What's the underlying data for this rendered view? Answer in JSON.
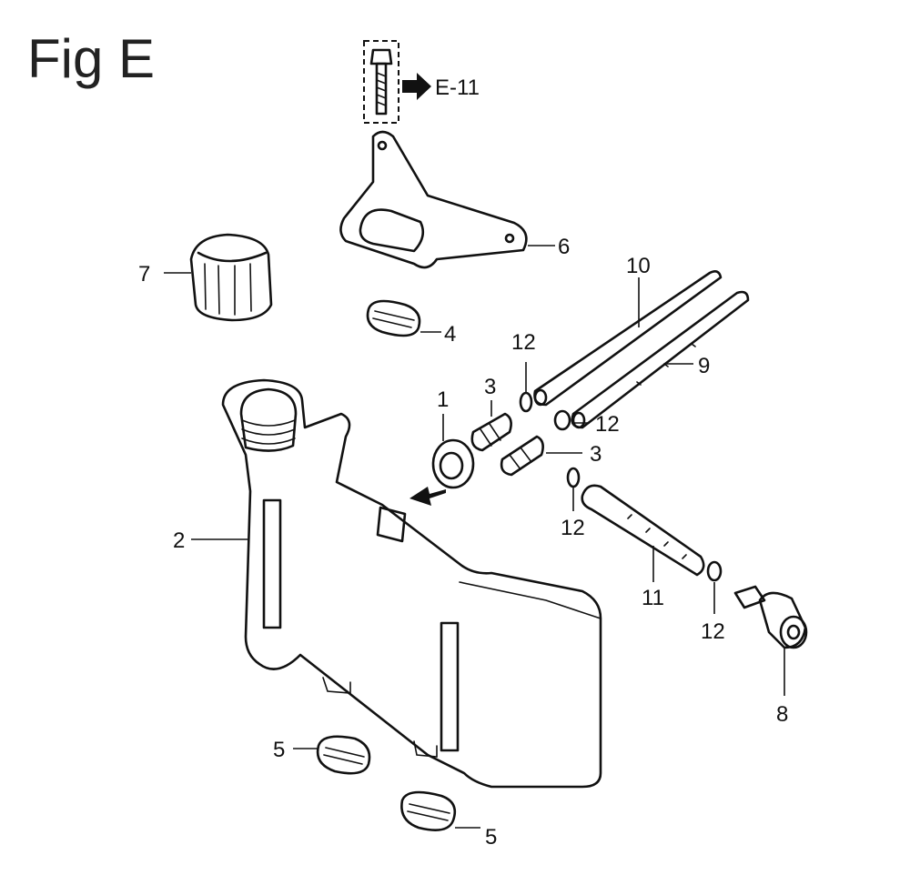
{
  "title": "Fig E",
  "reference": "E-11",
  "labels": {
    "p1": "1",
    "p2": "2",
    "p3a": "3",
    "p3b": "3",
    "p4": "4",
    "p5a": "5",
    "p5b": "5",
    "p6": "6",
    "p7": "7",
    "p8": "8",
    "p9": "9",
    "p10": "10",
    "p11": "11",
    "p12a": "12",
    "p12b": "12",
    "p12c": "12",
    "p12d": "12"
  }
}
